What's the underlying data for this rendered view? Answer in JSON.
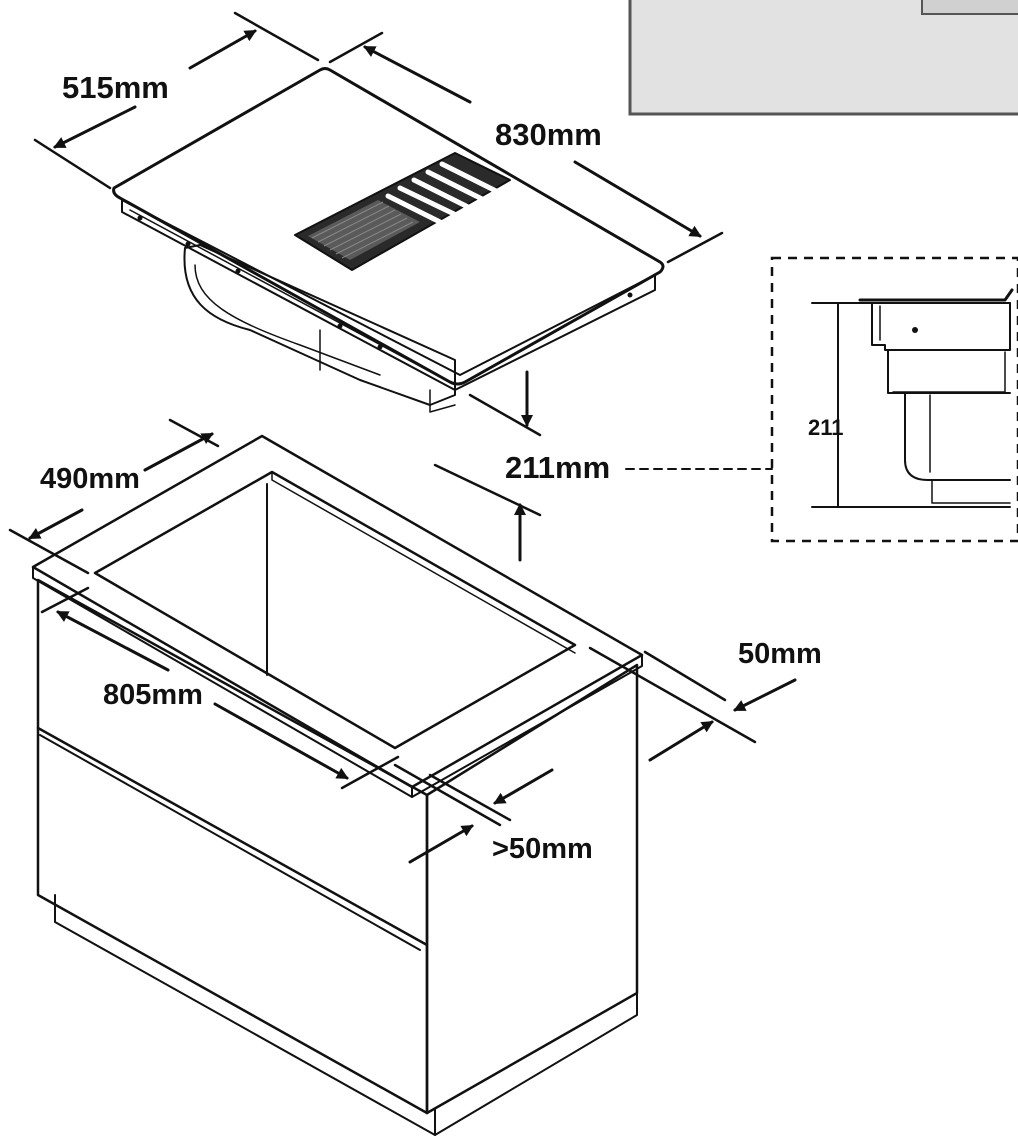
{
  "dimensions": {
    "hob_depth": "515mm",
    "hob_width": "830mm",
    "installation_height": "211mm",
    "cutout_depth": "490mm",
    "cutout_width": "805mm",
    "rear_clearance": "50mm",
    "front_clearance": ">50mm"
  },
  "detail": {
    "height_value": "211"
  },
  "colors": {
    "line": "#111111",
    "worktop_fill": "#e6e6e6",
    "panel_fill": "#e2e2e2",
    "grille_fill": "#2a2a2a"
  }
}
